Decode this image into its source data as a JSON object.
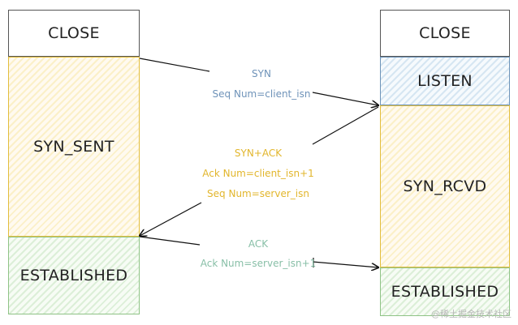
{
  "client": {
    "states": [
      "CLOSE",
      "SYN_SENT",
      "ESTABLISHED"
    ]
  },
  "server": {
    "states": [
      "CLOSE",
      "LISTEN",
      "SYN_RCVD",
      "ESTABLISHED"
    ]
  },
  "messages": {
    "syn": {
      "title": "SYN",
      "line1": "Seq Num=client_isn"
    },
    "synack": {
      "title": "SYN+ACK",
      "line1": "Ack Num=client_isn+1",
      "line2": "Seq Num=server_isn"
    },
    "ack": {
      "title": "ACK",
      "line1": "Ack Num=server_isn+1"
    }
  },
  "colors": {
    "syn": "#6f93b9",
    "synack": "#e2b62c",
    "ack": "#88bfa7"
  },
  "watermark": "@稀土掘金技术社区"
}
